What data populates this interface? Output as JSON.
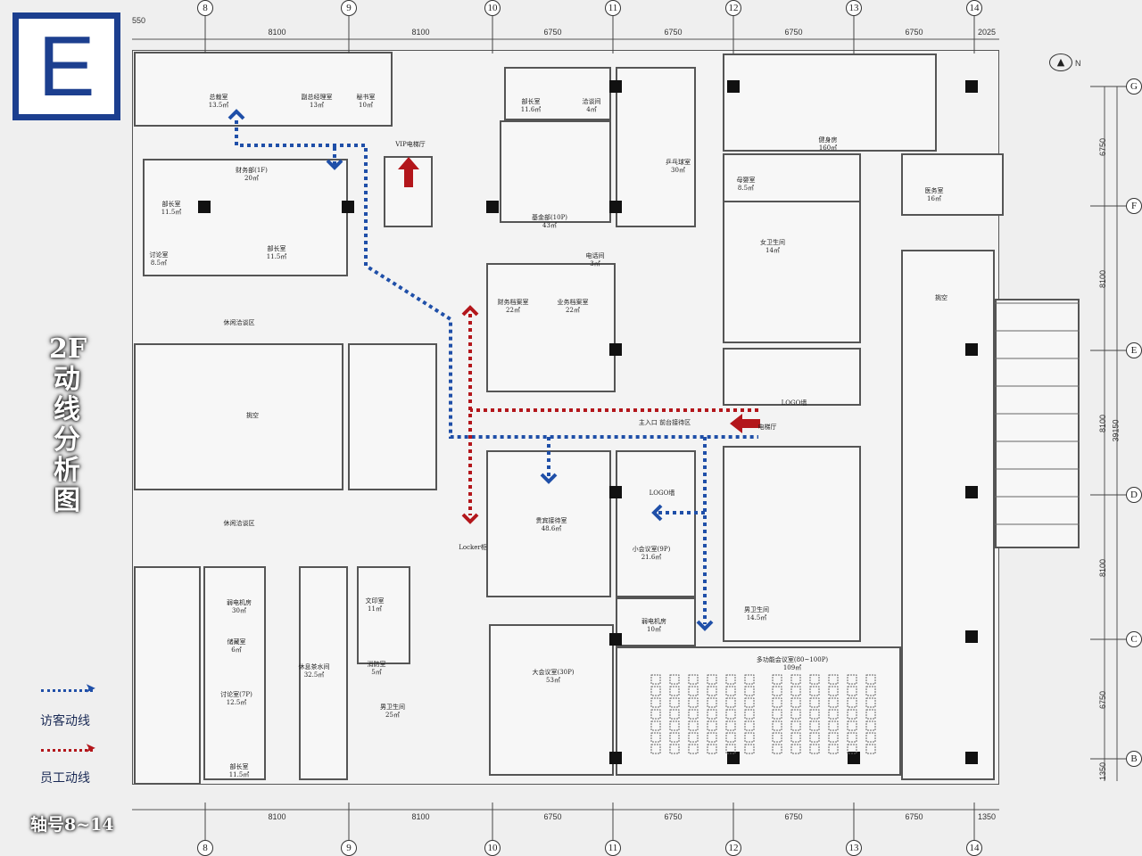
{
  "logo": {
    "letter": "E"
  },
  "title": {
    "floor": "2F",
    "chars": [
      "动",
      "线",
      "分",
      "析",
      "图"
    ]
  },
  "legend": [
    {
      "label": "访客动线",
      "color": "#1f4fa8"
    },
    {
      "label": "员工动线",
      "color": "#b3161b"
    }
  ],
  "axis_range": "轴号8~14",
  "axes": {
    "top_numbers": [
      "8",
      "9",
      "10",
      "11",
      "12",
      "13",
      "14"
    ],
    "top_dims": [
      "8100",
      "8100",
      "6750",
      "6750",
      "6750",
      "6750",
      "2025"
    ],
    "bottom_dims": [
      "8100",
      "8100",
      "6750",
      "6750",
      "6750",
      "6750",
      "1350"
    ],
    "right_letters": [
      "G",
      "F",
      "E",
      "D",
      "C",
      "B"
    ],
    "right_dims": [
      "6750",
      "8100",
      "8100",
      "8100",
      "6750",
      "1350"
    ],
    "right_total": "39150",
    "corner_dim": "550"
  },
  "compass": "N",
  "rooms": [
    {
      "name": "总裁室",
      "area": "13.5㎡"
    },
    {
      "name": "副总经理室",
      "area": "13㎡"
    },
    {
      "name": "秘书室",
      "area": "10㎡"
    },
    {
      "name": "财务部(1F)",
      "area": "20㎡"
    },
    {
      "name": "部长室",
      "area": "11.5㎡"
    },
    {
      "name": "讨论室",
      "area": "8.5㎡"
    },
    {
      "name": "部长室",
      "area": "11.5㎡"
    },
    {
      "name": "VIP电梯厅",
      "area": ""
    },
    {
      "name": "部长室",
      "area": "11.6㎡"
    },
    {
      "name": "洽谈间",
      "area": "4㎡"
    },
    {
      "name": "基金部(10P)",
      "area": "43㎡"
    },
    {
      "name": "电话间",
      "area": "3㎡"
    },
    {
      "name": "乒乓球室",
      "area": "30㎡"
    },
    {
      "name": "健身房",
      "area": "160㎡"
    },
    {
      "name": "母婴室",
      "area": "8.5㎡"
    },
    {
      "name": "女卫生间",
      "area": "14㎡"
    },
    {
      "name": "医务室",
      "area": "16㎡"
    },
    {
      "name": "财务档案室",
      "area": "22㎡"
    },
    {
      "name": "业务档案室",
      "area": "22㎡"
    },
    {
      "name": "休闲洽谈区",
      "area": ""
    },
    {
      "name": "挑空",
      "area": ""
    },
    {
      "name": "挑空",
      "area": ""
    },
    {
      "name": "主入口   前台接待区",
      "area": ""
    },
    {
      "name": "电梯厅",
      "area": ""
    },
    {
      "name": "LOGO墙",
      "area": ""
    },
    {
      "name": "贵宾接待室",
      "area": "48.6㎡"
    },
    {
      "name": "Locker柜",
      "area": ""
    },
    {
      "name": "小会议室(9P)",
      "area": "21.6㎡"
    },
    {
      "name": "LOGO墙",
      "area": ""
    },
    {
      "name": "弱电机房",
      "area": "10㎡"
    },
    {
      "name": "男卫生间",
      "area": "14.5㎡"
    },
    {
      "name": "多功能会议室(80~100P)",
      "area": "109㎡"
    },
    {
      "name": "大会议室(30P)",
      "area": "53㎡"
    },
    {
      "name": "休闲洽谈区",
      "area": ""
    },
    {
      "name": "弱电机房",
      "area": "30㎡"
    },
    {
      "name": "储藏室",
      "area": "6㎡"
    },
    {
      "name": "讨论室(7P)",
      "area": "12.5㎡"
    },
    {
      "name": "部长室",
      "area": "11.5㎡"
    },
    {
      "name": "文印室",
      "area": "11㎡"
    },
    {
      "name": "消防室",
      "area": "5㎡"
    },
    {
      "name": "男卫生间",
      "area": "25㎡"
    },
    {
      "name": "休息茶水间",
      "area": "32.5㎡"
    }
  ]
}
